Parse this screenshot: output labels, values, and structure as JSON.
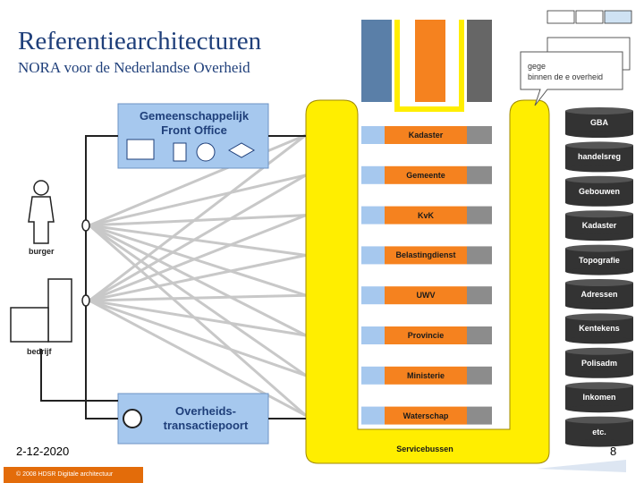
{
  "title": "Referentiearchitecturen",
  "subtitle": "NORA voor de Nederlandse Overheid",
  "front_office": {
    "line1": "Gemeenschappelijk",
    "line2": "Front Office"
  },
  "transaction_portal": {
    "line1": "Overheids-",
    "line2": "transactiepoort"
  },
  "actors": {
    "citizen": "burger",
    "business": "bedrijf"
  },
  "organizations": [
    "Kadaster",
    "Gemeente",
    "KvK",
    "Belastingdienst",
    "UWV",
    "Provincie",
    "Ministerie",
    "Waterschap"
  ],
  "registries": [
    "GBA",
    "handelsreg",
    "Gebouwen",
    "Kadaster",
    "Topografie",
    "Adressen",
    "Kentekens",
    "Polisadm",
    "Inkomen",
    "etc."
  ],
  "service_bus": "Servicebussen",
  "callout": {
    "line1": "gege",
    "line2": "binnen de e overheid"
  },
  "footer": {
    "date": "2-12-2020",
    "page": "8",
    "copyright": "© 2008 HDSR Digitale architectuur"
  },
  "colors": {
    "title": "#1f3f7a",
    "bus": "#ffee00",
    "org": "#f5821f",
    "registry": "#333333",
    "panel": "#a6c8ee",
    "gray_line": "#c8c8c8",
    "accent": "#e36c0a"
  }
}
